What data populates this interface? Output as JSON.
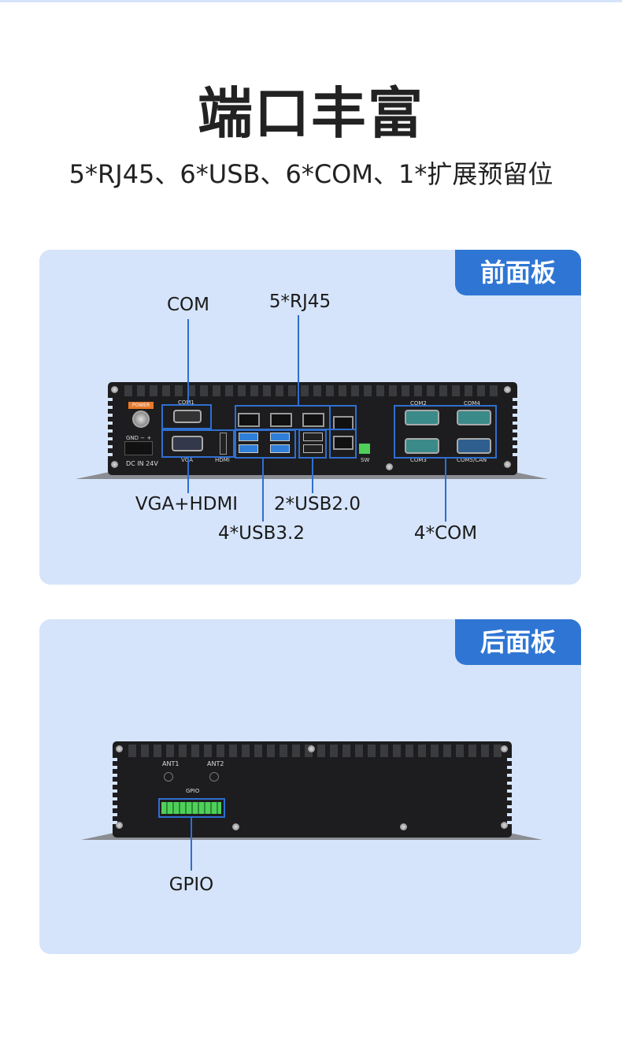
{
  "header": {
    "title": "端口丰富",
    "subtitle": "5*RJ45、6*USB、6*COM、1*扩展预留位"
  },
  "front": {
    "tab": "前面板",
    "labels": {
      "com": "COM",
      "rj45": "5*RJ45",
      "vga_hdmi": "VGA+HDMI",
      "usb2": "2*USB2.0",
      "usb3": "4*USB3.2",
      "com4": "4*COM"
    },
    "device_text": {
      "power": "POWER",
      "com1": "COM1",
      "com2": "COM2",
      "com4": "COM4",
      "com3": "COM3",
      "com5": "COM5/CAN",
      "vga": "VGA",
      "hdmi": "HDMI",
      "dcin": "DC IN 24V",
      "gnd": "GND  −   +",
      "sw": "SW"
    }
  },
  "rear": {
    "tab": "后面板",
    "labels": {
      "gpio": "GPIO"
    },
    "device_text": {
      "ant1": "ANT1",
      "ant2": "ANT2",
      "gpio": "GPIO"
    }
  },
  "colors": {
    "accent": "#2f76d4",
    "panel_bg": "#d5e4fa"
  }
}
